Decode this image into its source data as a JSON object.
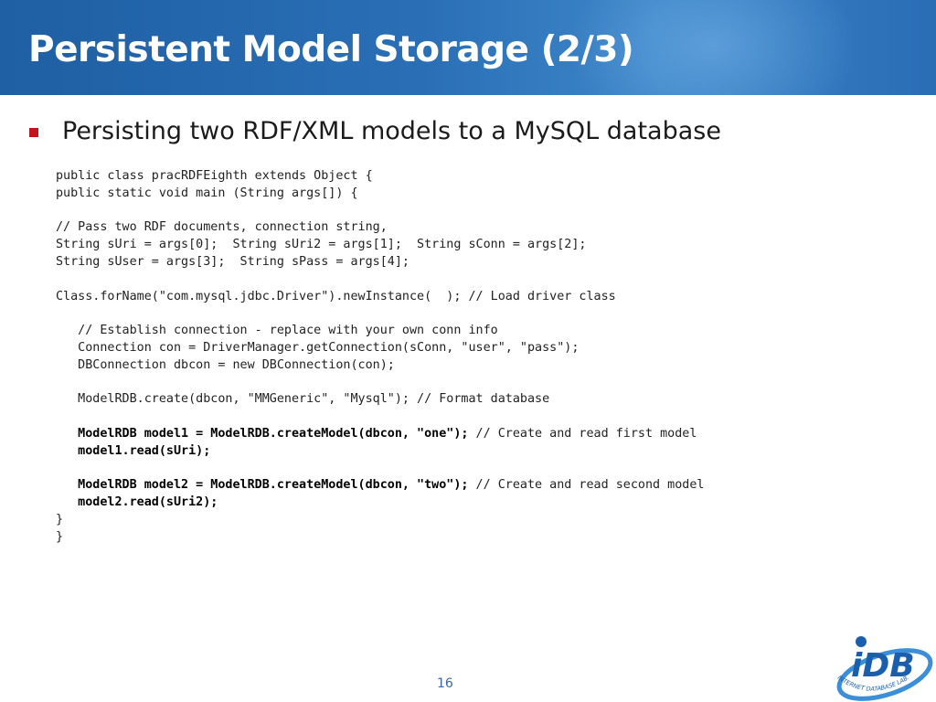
{
  "slide": {
    "title": "Persistent Model Storage (2/3)",
    "bullet": "Persisting two RDF/XML models to a MySQL database",
    "page_number": "16"
  },
  "code_lines": [
    "public class pracRDFEighth extends Object {",
    "public static void main (String args[]) {",
    "",
    "// Pass two RDF documents, connection string,",
    "String sUri = args[0];  String sUri2 = args[1];  String sConn = args[2];",
    "String sUser = args[3];  String sPass = args[4];",
    "",
    "Class.forName(\"com.mysql.jdbc.Driver\").newInstance(  ); // Load driver class",
    "",
    "   // Establish connection - replace with your own conn info",
    "   Connection con = DriverManager.getConnection(sConn, \"user\", \"pass\");",
    "   DBConnection dbcon = new DBConnection(con);",
    "",
    "   ModelRDB.create(dbcon, \"MMGeneric\", \"Mysql\"); // Format database",
    "",
    "   ModelRDB model1 = ModelRDB.createModel(dbcon, \"one\");",
    "   model1.read(sUri);",
    "",
    "   ModelRDB model2 = ModelRDB.createModel(dbcon, \"two\");",
    "   model2.read(sUri2);",
    "}",
    "}"
  ],
  "code_comments": {
    "model1": " // Create and read first model",
    "model2": " // Create and read second model"
  },
  "logo": {
    "text": "iDB",
    "ring_text": "INTERNET DATABASE LAB.",
    "colors": {
      "primary": "#1a5fae",
      "accent": "#3a8fd8"
    }
  },
  "colors": {
    "title_bar": "#2a6fb6",
    "bullet_marker": "#c0141e",
    "page_number": "#3c66a8"
  }
}
